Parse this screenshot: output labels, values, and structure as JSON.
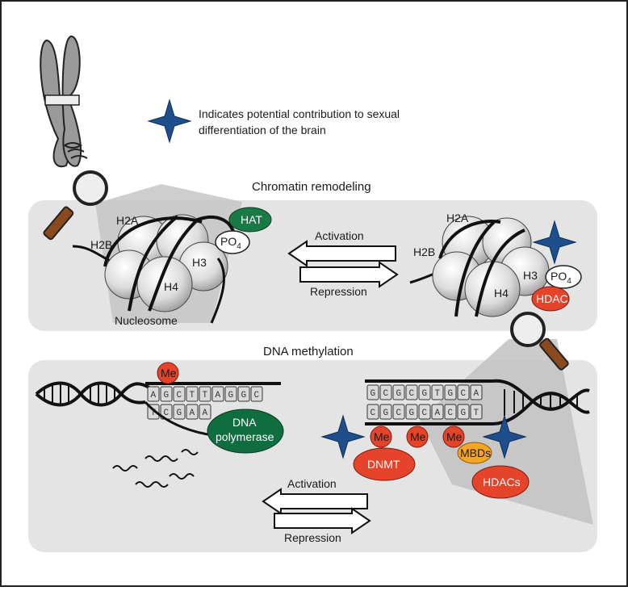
{
  "legend": {
    "icon": "blue-four-point-star",
    "text_line1": "Indicates potential contribution to sexual",
    "text_line2": "differentiation of the brain"
  },
  "chromatin": {
    "title": "Chromatin remodeling",
    "left": {
      "h2a": "H2A",
      "h2b": "H2B",
      "h3": "H3",
      "h4": "H4",
      "hat": "HAT",
      "po4": "PO",
      "po4_sub": "4",
      "caption": "Nucleosome"
    },
    "arrows": {
      "activation": "Activation",
      "repression": "Repression"
    },
    "right": {
      "h2a": "H2A",
      "h2b": "H2B",
      "h3": "H3",
      "h4": "H4",
      "po4": "PO",
      "po4_sub": "4",
      "hdac": "HDAC"
    }
  },
  "methylation": {
    "title": "DNA methylation",
    "left": {
      "me": "Me",
      "top_bases": [
        "A",
        "G",
        "C",
        "T",
        "T",
        "A",
        "G",
        "G",
        "C"
      ],
      "bottom_bases": [
        "T",
        "C",
        "G",
        "A",
        "A"
      ],
      "polymerase_line1": "DNA",
      "polymerase_line2": "polymerase"
    },
    "right": {
      "top_bases": [
        "G",
        "C",
        "G",
        "C",
        "G",
        "T",
        "G",
        "C",
        "A"
      ],
      "bottom_bases": [
        "C",
        "G",
        "C",
        "G",
        "C",
        "A",
        "C",
        "G",
        "T"
      ],
      "me1": "Me",
      "me2": "Me",
      "me3": "Me",
      "dnmt": "DNMT",
      "mbds": "MBDs",
      "hdacs": "HDACs"
    },
    "arrows": {
      "activation": "Activation",
      "repression": "Repression"
    }
  },
  "colors": {
    "panel": "#e4e4e4",
    "hat": "#1a7a45",
    "polymerase": "#0f6e40",
    "red": "#e5432a",
    "orange": "#f4a523",
    "star": "#1f4e8c"
  }
}
